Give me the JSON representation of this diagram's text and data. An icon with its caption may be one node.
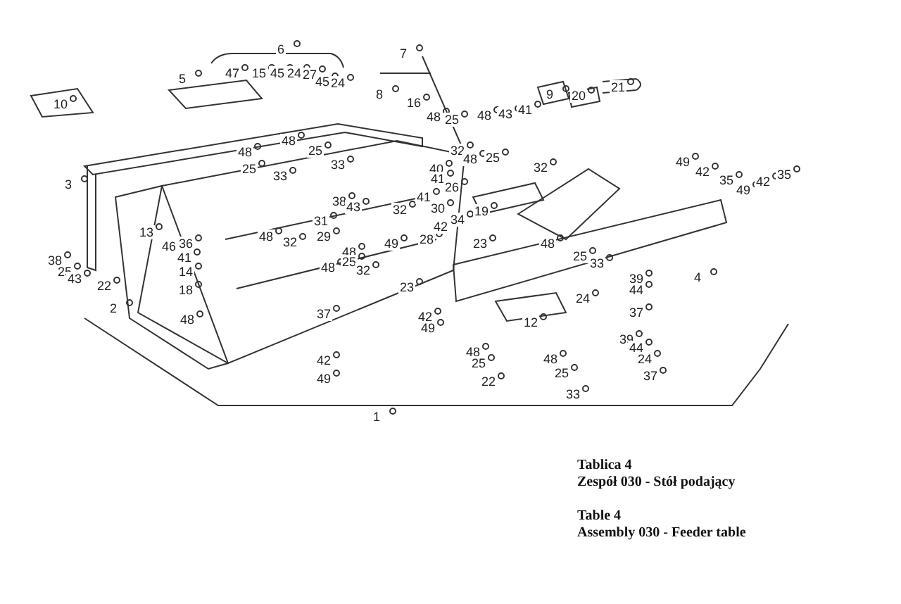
{
  "diagram": {
    "labels": [
      "6",
      "7",
      "47",
      "15",
      "45",
      "24",
      "27",
      "5",
      "45",
      "24",
      "21",
      "8",
      "9",
      "20",
      "16",
      "10",
      "41",
      "43",
      "48",
      "48",
      "25",
      "48",
      "25",
      "48",
      "32",
      "25",
      "48",
      "49",
      "33",
      "32",
      "25",
      "40",
      "42",
      "35",
      "33",
      "41",
      "35",
      "42",
      "3",
      "26",
      "49",
      "41",
      "38",
      "30",
      "43",
      "32",
      "19",
      "34",
      "31",
      "42",
      "13",
      "29",
      "48",
      "28",
      "46",
      "32",
      "36",
      "49",
      "23",
      "48",
      "48",
      "25",
      "41",
      "38",
      "25",
      "33",
      "48",
      "32",
      "14",
      "25",
      "4",
      "43",
      "39",
      "22",
      "23",
      "18",
      "44",
      "24",
      "2",
      "37",
      "42",
      "37",
      "48",
      "12",
      "49",
      "39",
      "44",
      "48",
      "42",
      "24",
      "48",
      "25",
      "37",
      "25",
      "49",
      "22",
      "33",
      "1",
      "Tablica 4",
      "Zespół 030 - Stół podający",
      "Table 4",
      "Assembly 030 - Feeder table"
    ]
  }
}
